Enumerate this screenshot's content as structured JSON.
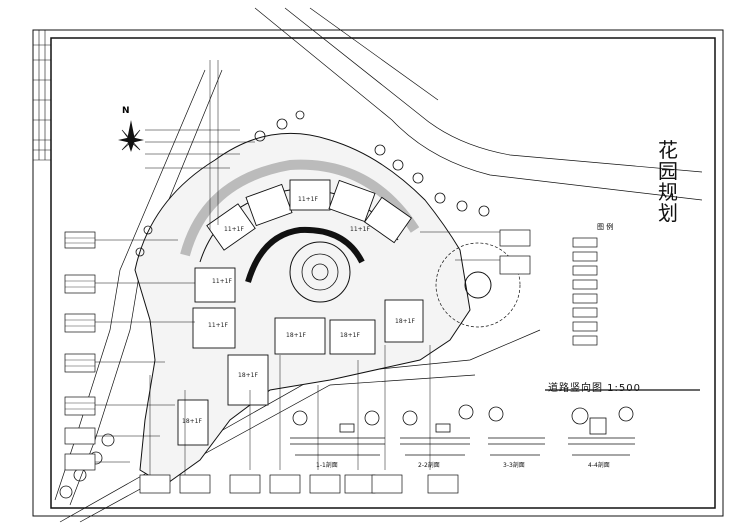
{
  "title": [
    "花",
    "园",
    "规",
    "划"
  ],
  "north_label": "N",
  "legend": {
    "title": "图 例",
    "items": [
      "",
      "",
      "",
      "",
      "",
      "",
      "",
      ""
    ]
  },
  "road_section": {
    "title": "道路竖向图  1:500",
    "sections": [
      "1-1剖面",
      "2-2剖面",
      "3-3剖面",
      "4-4剖面"
    ]
  },
  "building_labels": [
    "11+1F",
    "11+1F",
    "11+1F",
    "11+1F",
    "11+1F",
    "18+1F",
    "18+1F",
    "18+1F",
    "18+1F",
    "18+1F"
  ],
  "colors": {
    "line": "#111111",
    "bg": "#ffffff"
  }
}
